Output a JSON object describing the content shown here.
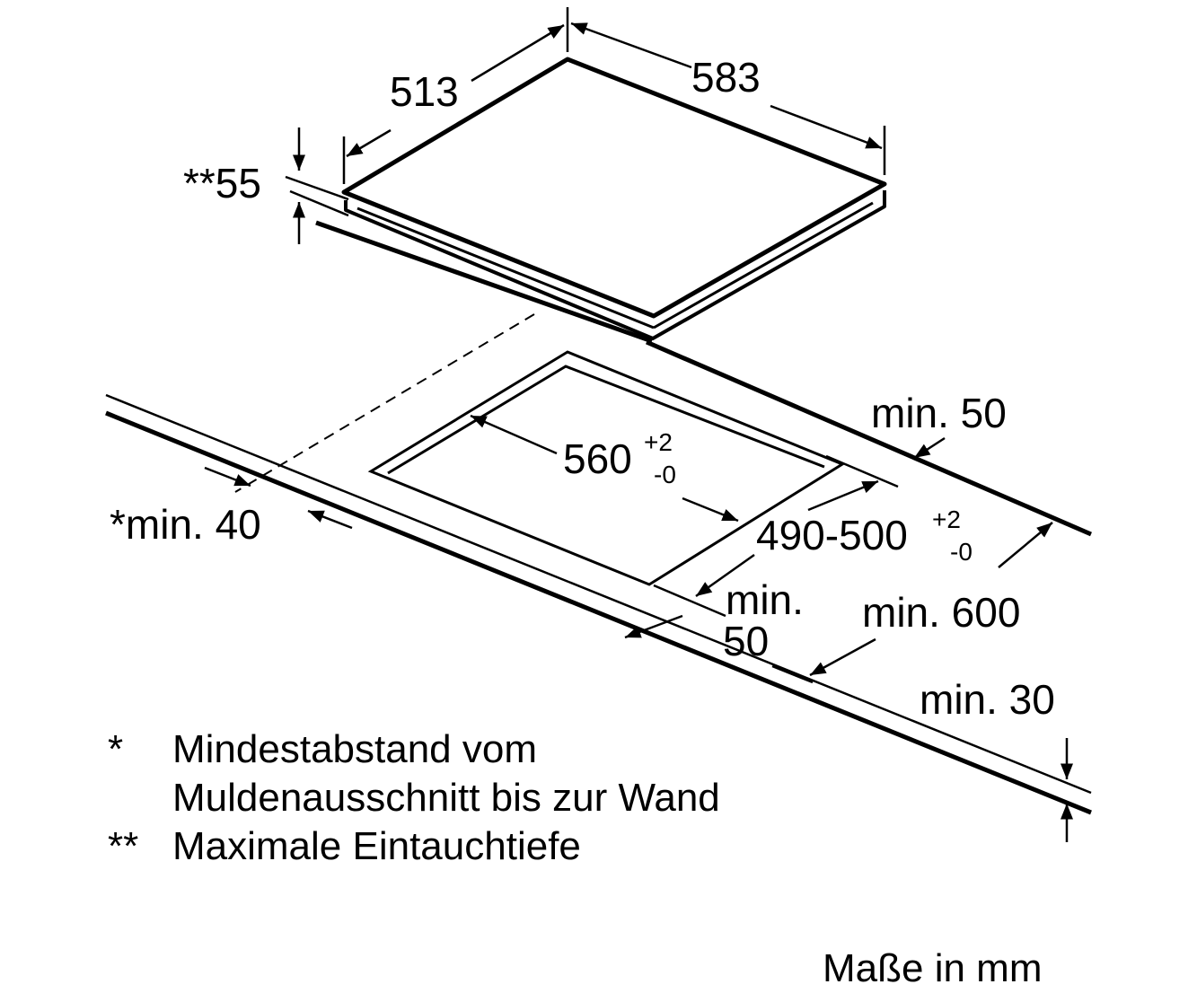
{
  "dimensions": {
    "depth": "513",
    "width": "583",
    "insertion_depth": "**55",
    "cutout_width": "560",
    "cutout_width_tol_plus": "+2",
    "cutout_width_tol_minus": "-0",
    "min_rear_gap": "min. 50",
    "wall_gap": "*min. 40",
    "cutout_depth": "490-500",
    "cutout_depth_tol_plus": "+2",
    "cutout_depth_tol_minus": "-0",
    "min_front_gap_line1": "min.",
    "min_front_gap_line2": "50",
    "min_worktop_depth": "min. 600",
    "min_worktop_thickness": "min. 30"
  },
  "footnotes": [
    {
      "mark": "*",
      "lines": [
        "Mindestabstand vom",
        "Muldenausschnitt bis zur Wand"
      ]
    },
    {
      "mark": "**",
      "lines": [
        "Maximale Eintauchtiefe"
      ]
    }
  ],
  "units_note": "Maße in mm"
}
